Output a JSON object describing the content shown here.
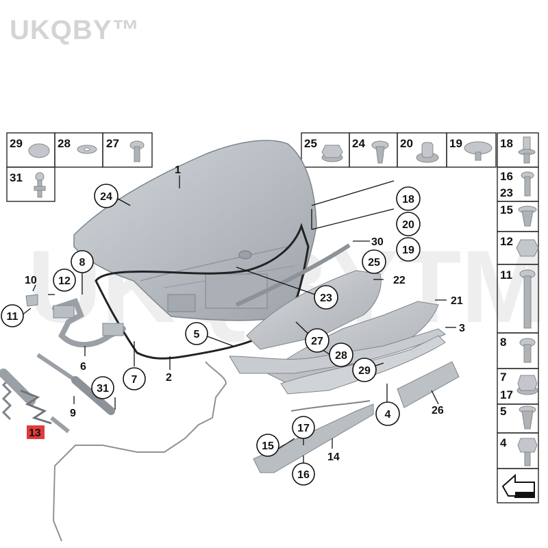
{
  "brand": "UKQBY™",
  "watermark": "UKQBYTM",
  "left_grid": {
    "row1": [
      "29",
      "28",
      "27"
    ],
    "row2": [
      "31"
    ]
  },
  "top_grid": [
    "25",
    "24",
    "20",
    "19",
    "18"
  ],
  "right_column": [
    "16",
    "23",
    "15",
    "12",
    "11",
    "8",
    "7",
    "17",
    "5",
    "4"
  ],
  "callouts": {
    "c24": "24",
    "c18": "18",
    "c20": "20",
    "c19": "19",
    "c25": "25",
    "c8": "8",
    "c12": "12",
    "c11": "11",
    "c5": "5",
    "c23": "23",
    "c27": "27",
    "c28": "28",
    "c29": "29",
    "c7": "7",
    "c31": "31",
    "c4": "4",
    "c15": "15",
    "c17": "17",
    "c16": "16"
  },
  "labels": {
    "l1": "1",
    "l30": "30",
    "l22": "22",
    "l21": "21",
    "l3": "3",
    "l10": "10",
    "l6": "6",
    "l2": "2",
    "l9": "9",
    "l26": "26",
    "l14": "14"
  },
  "highlight_label": "13",
  "colors": {
    "part_fill": "#b9bec3",
    "part_dark": "#8c9298",
    "highlight": "#e23b3b"
  }
}
